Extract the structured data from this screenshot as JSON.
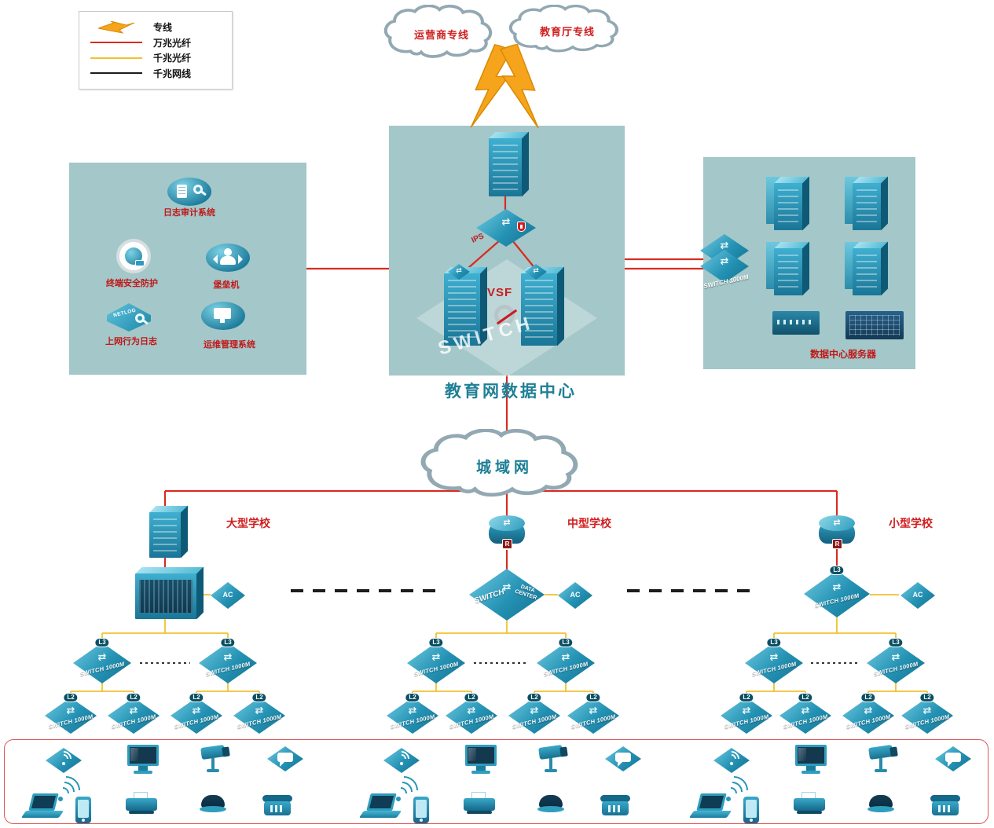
{
  "legend": {
    "items": [
      {
        "id": "dedicated-line",
        "label": "专线"
      },
      {
        "id": "fiber-10g",
        "label": "万兆光纤",
        "color": "#d92b21"
      },
      {
        "id": "fiber-1g",
        "label": "千兆光纤",
        "color": "#f2c12e"
      },
      {
        "id": "copper-1g",
        "label": "千兆网线",
        "color": "#1c1c1c"
      }
    ]
  },
  "clouds": {
    "carrier": "运营商专线",
    "edu": "教育厅专线",
    "man": "城域网"
  },
  "datacenter": {
    "title": "教育网数据中心",
    "vsf": "VSF",
    "ips": "IPS",
    "watermark": "SWITCH"
  },
  "security_panel": {
    "items": [
      {
        "label": "日志审计系统"
      },
      {
        "label": "终端安全防护"
      },
      {
        "label": "堡垒机"
      },
      {
        "label": "上网行为日志"
      },
      {
        "label": "运维管理系统"
      }
    ],
    "netlog_tag": "NETLOG"
  },
  "server_panel": {
    "caption": "数据中心服务器",
    "switch_label": "SWITCH 1000M"
  },
  "schools": {
    "large": {
      "name": "大型学校"
    },
    "medium": {
      "name": "中型学校",
      "core_line1": "SWITCH",
      "core_line2": "DATA CENTER"
    },
    "small": {
      "name": "小型学校"
    }
  },
  "labels": {
    "l3": "L3",
    "l2": "L2",
    "ac": "AC",
    "sw1000": "SWITCH 1000M",
    "router_badge": "R"
  },
  "icons": {
    "arrows": "⇄"
  },
  "colors": {
    "fiber_10g": "#d92b21",
    "fiber_1g": "#f2c12e",
    "copper_1g": "#1c1c1c",
    "panel_teal": "#a4c7c9",
    "device_teal": "#2492b4",
    "accent_red": "#d02020"
  }
}
